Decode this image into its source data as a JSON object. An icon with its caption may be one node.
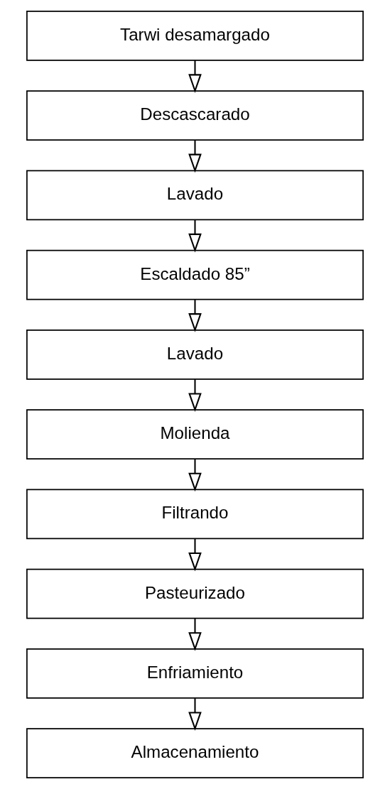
{
  "diagram": {
    "nodes": [
      {
        "text": [
          "Tarwi desamargado"
        ]
      },
      {
        "text": [
          "Descascarado"
        ]
      },
      {
        "text": [
          "Lavado"
        ]
      },
      {
        "text": [
          "Escaldado 85”"
        ]
      },
      {
        "text": [
          "Lavado"
        ]
      },
      {
        "text": [
          "Molienda"
        ]
      },
      {
        "text": [
          "Filtrando"
        ]
      },
      {
        "text": [
          "Pasteurizado"
        ]
      },
      {
        "text": [
          "Enfriamiento"
        ]
      },
      {
        "text": [
          "Almacenamiento"
        ]
      }
    ],
    "edges": [
      {
        "from": 0,
        "to": 1,
        "arrow": "to"
      },
      {
        "from": 1,
        "to": 2,
        "arrow": "to"
      },
      {
        "from": 2,
        "to": 3,
        "arrow": "to"
      },
      {
        "from": 3,
        "to": 4,
        "arrow": "to"
      },
      {
        "from": 4,
        "to": 5,
        "arrow": "to"
      },
      {
        "from": 5,
        "to": 6,
        "arrow": "to"
      },
      {
        "from": 6,
        "to": 7,
        "arrow": "to"
      },
      {
        "from": 7,
        "to": 8,
        "arrow": "to"
      },
      {
        "from": 8,
        "to": 9,
        "arrow": "to"
      }
    ]
  }
}
